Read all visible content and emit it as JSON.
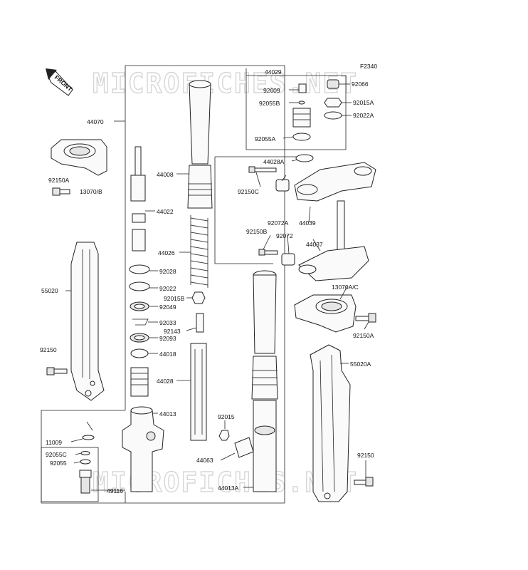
{
  "diagram_code": "F2340",
  "front_arrow": "FRONT",
  "watermark": "MICROFICHES.NET",
  "parts": {
    "p44070": "44070",
    "p44029": "44029",
    "p92009": "92009",
    "p92055B": "92055B",
    "p92055A": "92055A",
    "p44028A": "44028A",
    "p92066": "92066",
    "p92015A": "92015A",
    "p92022A": "92022A",
    "p92150A_top": "92150A",
    "p13070B": "13070/B",
    "p44008": "44008",
    "p44022": "44022",
    "p92150C": "92150C",
    "p92072A": "92072A",
    "p44039": "44039",
    "p92150B": "92150B",
    "p92072": "92072",
    "p44037": "44037",
    "p44026": "44026",
    "p55020": "55020",
    "p92028": "92028",
    "p92022": "92022",
    "p92015B": "92015B",
    "p92049": "92049",
    "p13070AC": "13070A/C",
    "p92033": "92033",
    "p92143": "92143",
    "p92093": "92093",
    "p92150A_right": "92150A",
    "p44018": "44018",
    "p92150_left": "92150",
    "p55020A": "55020A",
    "p44028": "44028",
    "p44013": "44013",
    "p92015": "92015",
    "p11009": "11009",
    "p92055C": "92055C",
    "p92055": "92055",
    "p44063": "44063",
    "p92150_right": "92150",
    "p44013A": "44013A",
    "p49116": "49116"
  }
}
